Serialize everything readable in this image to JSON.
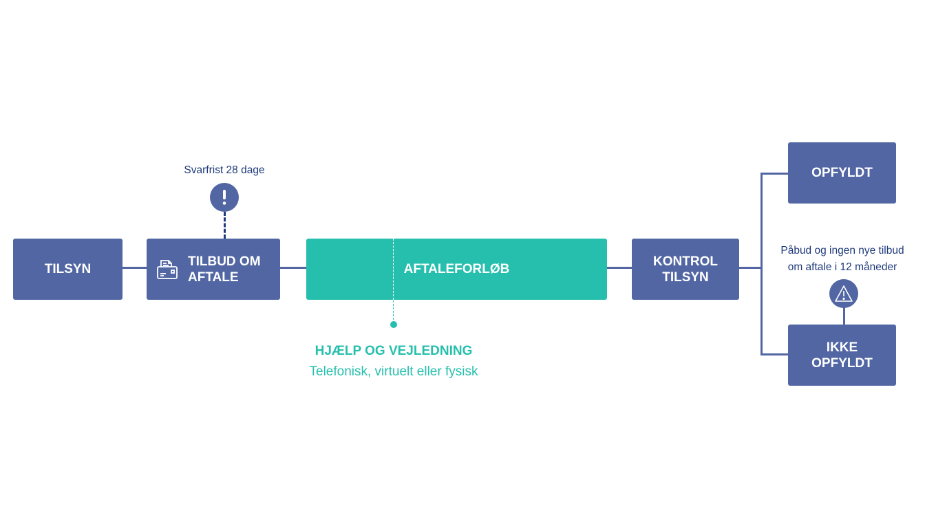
{
  "nodes": {
    "tilsyn": "TILSYN",
    "tilbud_line1": "TILBUD OM",
    "tilbud_line2": "AFTALE",
    "aftaleforloeb": "AFTALEFORLØB",
    "kontrol_line1": "KONTROL",
    "kontrol_line2": "TILSYN",
    "opfyldt": "OPFYLDT",
    "ikke_line1": "IKKE",
    "ikke_line2": "OPFYLDT"
  },
  "notes": {
    "deadline": "Svarfrist 28 dage",
    "warning_line1": "Påbud og ingen nye tilbud",
    "warning_line2": "om aftale i 12 måneder",
    "help_title": "HJÆLP OG VEJLEDNING",
    "help_subtitle": "Telefonisk, virtuelt eller fysisk"
  },
  "colors": {
    "node": "#5166a3",
    "teal": "#26bfad",
    "text": "#1f3a7a"
  }
}
